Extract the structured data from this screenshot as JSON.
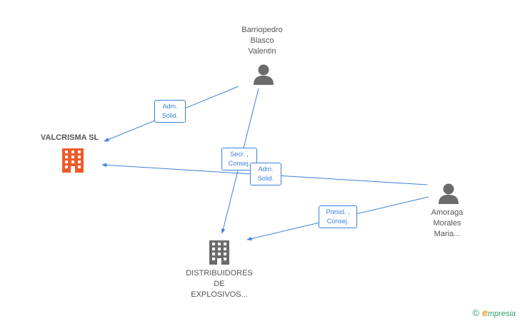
{
  "nodes": {
    "valcrisma": {
      "label": "VALCRISMA SL",
      "color": "#f05a28"
    },
    "distribuidores": {
      "lines": [
        "DISTRIBUIDORES",
        "DE",
        "EXPLOSIVOS..."
      ],
      "color": "#6b6b6b"
    },
    "barriopedro": {
      "lines": [
        "Barriopedro",
        "Blasco",
        "Valentin"
      ],
      "color": "#6b6b6b"
    },
    "amoraga": {
      "lines": [
        "Amoraga",
        "Morales",
        "Maria..."
      ],
      "color": "#6b6b6b"
    }
  },
  "edges": {
    "barriopedro_valcrisma": {
      "lines": [
        "Adm.",
        "Solid."
      ]
    },
    "barriopedro_distribuidores": {
      "lines": [
        "Secr. ,",
        "Consej."
      ]
    },
    "amoraga_valcrisma": {
      "lines": [
        "Adm.",
        "Solid."
      ]
    },
    "amoraga_distribuidores": {
      "lines": [
        "Presid. ,",
        "Consej."
      ]
    }
  },
  "edge_color": "#3d7fd9",
  "brand": {
    "copyright": "©",
    "e": "e",
    "rest": "mpresia"
  }
}
